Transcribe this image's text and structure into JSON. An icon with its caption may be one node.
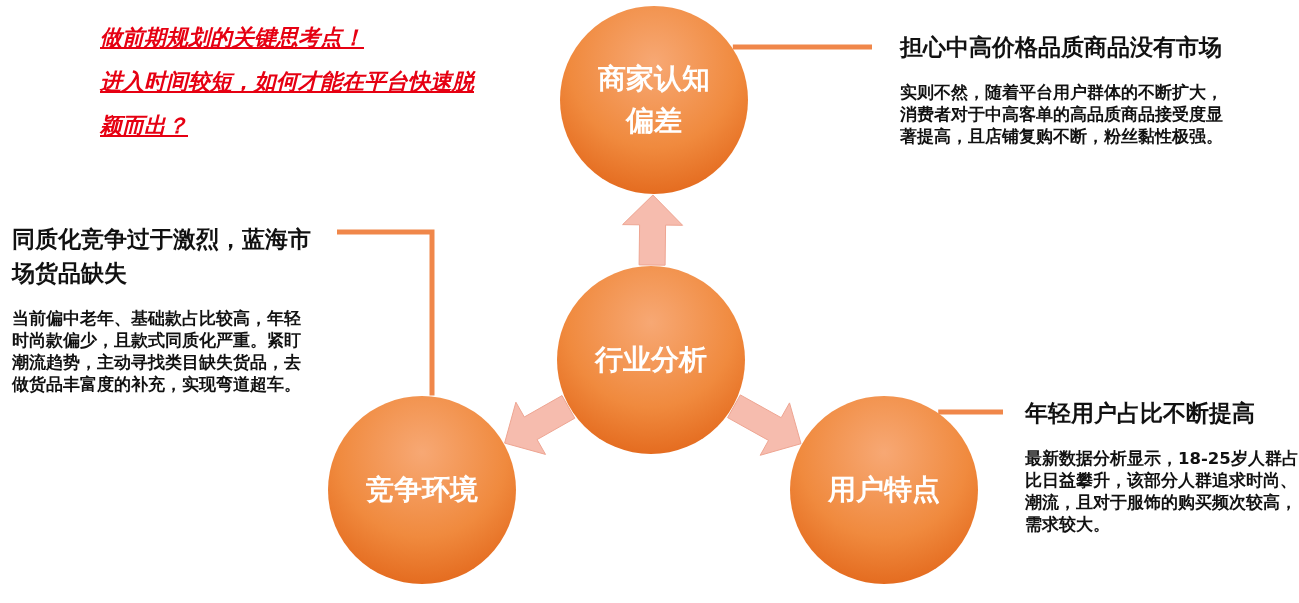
{
  "diagram": {
    "nodes": [
      {
        "text": [
          "行业分析"
        ]
      },
      {
        "text": [
          "商家认知偏差"
        ]
      },
      {
        "text": [
          "竞争环境"
        ]
      },
      {
        "text": [
          "用户特点"
        ]
      },
      {
        "text": [
          "担心中高价格品质商品没有市场",
          "实则不然，随着平台用户群体的不断扩大，消费者对于中高客单的高品质商品接受度显著提高，且店铺复购不断，粉丝黏性极强。"
        ]
      },
      {
        "text": [
          "同质化竞争过于激烈，蓝海市场货品缺失",
          "当前偏中老年、基础款占比较高，年轻时尚款偏少，且款式同质化严重。紧盯潮流趋势，主动寻找类目缺失货品，去做货品丰富度的补充，实现弯道超车。"
        ]
      },
      {
        "text": [
          "年轻用户占比不断提高",
          "最新数据分析显示，18-25岁人群占比日益攀升，该部分人群追求时尚、潮流，且对于服饰的购买频次较高，需求较大。"
        ]
      }
    ],
    "edges": [
      {
        "from": 0,
        "to": 1,
        "arrow": "to"
      },
      {
        "from": 0,
        "to": 2,
        "arrow": "to"
      },
      {
        "from": 0,
        "to": 3,
        "arrow": "to"
      },
      {
        "from": 1,
        "to": 4,
        "arrow": "none"
      },
      {
        "from": 2,
        "to": 5,
        "arrow": "none"
      },
      {
        "from": 3,
        "to": 6,
        "arrow": "none"
      }
    ],
    "labels": [
      "做前期规划的关键思考点！",
      "进入时间较短，如何才能在平台快速脱颖而出？"
    ]
  }
}
